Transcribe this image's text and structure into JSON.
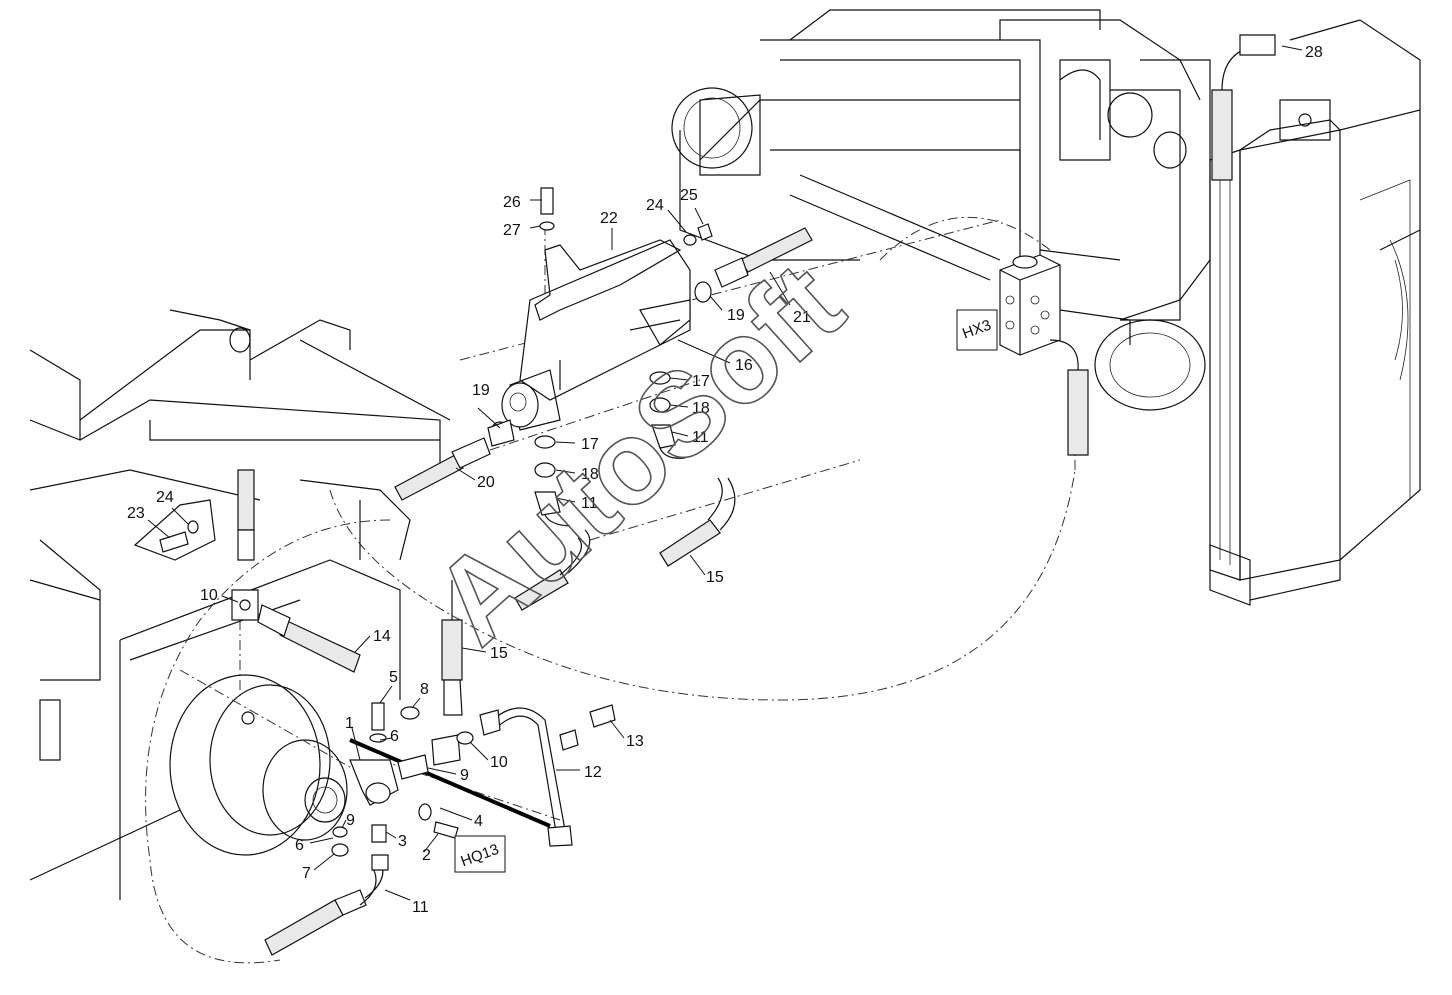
{
  "watermark": "AutoSoft",
  "tags": {
    "hx3": "HX3",
    "hq13": "HQ13"
  },
  "callouts": [
    {
      "id": "c26",
      "text": "26"
    },
    {
      "id": "c27",
      "text": "27"
    },
    {
      "id": "c22",
      "text": "22"
    },
    {
      "id": "c24a",
      "text": "24"
    },
    {
      "id": "c25",
      "text": "25"
    },
    {
      "id": "c19a",
      "text": "19"
    },
    {
      "id": "c21",
      "text": "21"
    },
    {
      "id": "c16",
      "text": "16"
    },
    {
      "id": "c17a",
      "text": "17"
    },
    {
      "id": "c18a",
      "text": "18"
    },
    {
      "id": "c11a",
      "text": "11"
    },
    {
      "id": "c19b",
      "text": "19"
    },
    {
      "id": "c17b",
      "text": "17"
    },
    {
      "id": "c18b",
      "text": "18"
    },
    {
      "id": "c11b",
      "text": "11"
    },
    {
      "id": "c20",
      "text": "20"
    },
    {
      "id": "c23",
      "text": "23"
    },
    {
      "id": "c24b",
      "text": "24"
    },
    {
      "id": "c15a",
      "text": "15"
    },
    {
      "id": "c10a",
      "text": "10"
    },
    {
      "id": "c14",
      "text": "14"
    },
    {
      "id": "c15b",
      "text": "15"
    },
    {
      "id": "c5",
      "text": "5"
    },
    {
      "id": "c8",
      "text": "8"
    },
    {
      "id": "c1",
      "text": "1"
    },
    {
      "id": "c6a",
      "text": "6"
    },
    {
      "id": "c10b",
      "text": "10"
    },
    {
      "id": "c9a",
      "text": "9"
    },
    {
      "id": "c13",
      "text": "13"
    },
    {
      "id": "c12",
      "text": "12"
    },
    {
      "id": "c4",
      "text": "4"
    },
    {
      "id": "c3",
      "text": "3"
    },
    {
      "id": "c2",
      "text": "2"
    },
    {
      "id": "c9b",
      "text": "9"
    },
    {
      "id": "c6b",
      "text": "6"
    },
    {
      "id": "c7",
      "text": "7"
    },
    {
      "id": "c11c",
      "text": "11"
    },
    {
      "id": "c28",
      "text": "28"
    }
  ]
}
